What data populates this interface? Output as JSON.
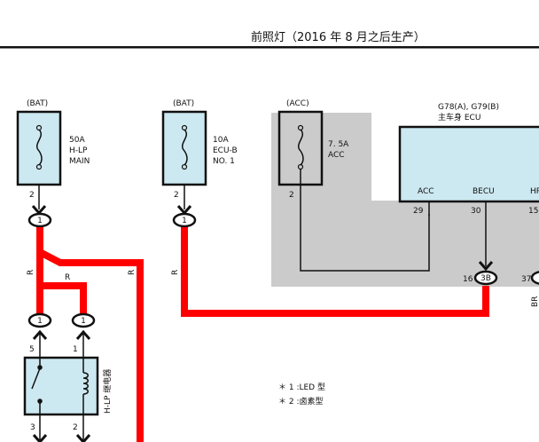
{
  "title": "前照灯（2016 年 8 月之后生产）",
  "colors": {
    "wire_red": "#ff0000",
    "box_fill": "#cce8f0",
    "shade": "#cbcbcb",
    "ink": "#111111"
  },
  "fuses": [
    {
      "source": "(BAT)",
      "rating": "50A",
      "name1": "H-LP",
      "name2": "MAIN",
      "pin": "2",
      "conn": "1"
    },
    {
      "source": "(BAT)",
      "rating": "10A",
      "name1": "ECU-B",
      "name2": "NO. 1",
      "pin": "2",
      "conn": "1"
    },
    {
      "source": "(ACC)",
      "rating": "7. 5A",
      "name1": "ACC",
      "pin": "2"
    }
  ],
  "ecu": {
    "name": "G78(A), G79(B)",
    "label": "主车身 ECU",
    "pins": [
      {
        "name": "ACC",
        "num": "29"
      },
      {
        "name": "BECU",
        "num": "30"
      },
      {
        "name": "HR",
        "num": "15"
      }
    ],
    "conn_left": "16",
    "conn_id": "3B",
    "conn_right": "37",
    "next_label": "BR"
  },
  "relay": {
    "label": "H-LP 继电器",
    "pin_top_left": "5",
    "pin_top_right": "1",
    "pin_bottom_left": "3",
    "pin_bottom_right": "2",
    "conn_left": "1",
    "conn_right": "1"
  },
  "wire_labels": {
    "r1": "R",
    "r2": "R",
    "r3": "R",
    "r4": "R"
  },
  "notes": [
    "＊ 1 :LED 型",
    "＊ 2 :卤素型"
  ]
}
